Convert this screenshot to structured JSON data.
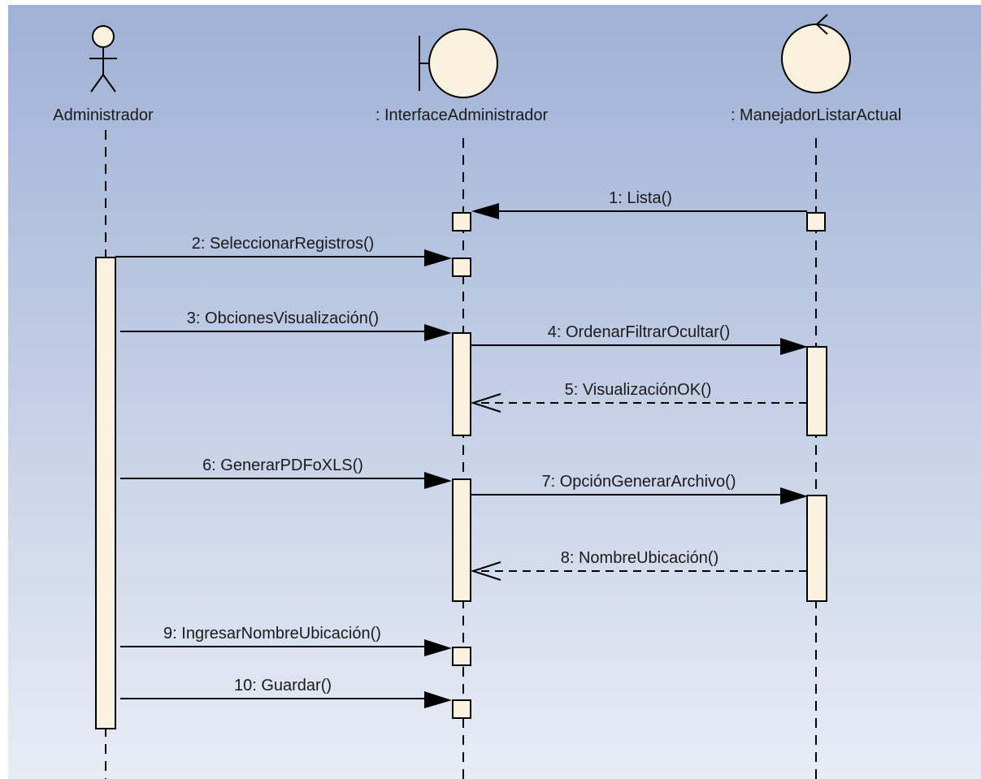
{
  "diagram": {
    "type": "sequence",
    "colors": {
      "background_top": "#9fb1d6",
      "background_bottom": "#e8ecf5",
      "frame": "#ffffff",
      "shape_fill": "#fbf1df",
      "line": "#000000"
    },
    "participants": [
      {
        "id": "admin",
        "kind": "actor",
        "label": "Administrador"
      },
      {
        "id": "iface",
        "kind": "boundary",
        "label": ": InterfaceAdministrador"
      },
      {
        "id": "ctrl",
        "kind": "control",
        "label": ": ManejadorListarActual"
      }
    ],
    "messages": [
      {
        "label": "1: Lista()",
        "from": "ctrl",
        "to": "iface",
        "style": "sync"
      },
      {
        "label": "2: SeleccionarRegistros()",
        "from": "admin",
        "to": "iface",
        "style": "sync"
      },
      {
        "label": "3: ObcionesVisualización()",
        "from": "admin",
        "to": "iface",
        "style": "sync"
      },
      {
        "label": "4: OrdenarFiltrarOcultar()",
        "from": "iface",
        "to": "ctrl",
        "style": "sync"
      },
      {
        "label": "5: VisualizaciónOK()",
        "from": "ctrl",
        "to": "iface",
        "style": "return"
      },
      {
        "label": "6: GenerarPDFoXLS()",
        "from": "admin",
        "to": "iface",
        "style": "sync"
      },
      {
        "label": "7: OpciónGenerarArchivo()",
        "from": "iface",
        "to": "ctrl",
        "style": "sync"
      },
      {
        "label": "8: NombreUbicación()",
        "from": "ctrl",
        "to": "iface",
        "style": "return"
      },
      {
        "label": "9: IngresarNombreUbicación()",
        "from": "admin",
        "to": "iface",
        "style": "sync"
      },
      {
        "label": "10: Guardar()",
        "from": "admin",
        "to": "iface",
        "style": "sync"
      }
    ]
  }
}
